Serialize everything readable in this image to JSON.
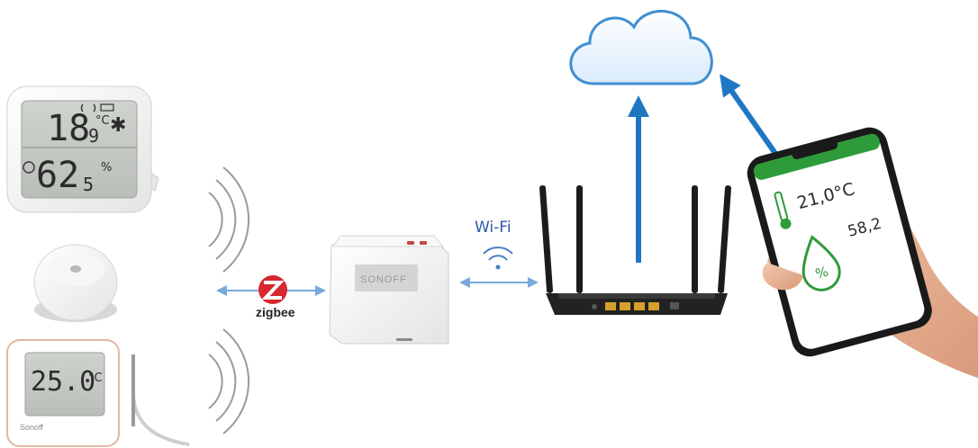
{
  "labels": {
    "wifi": "Wi-Fi",
    "zigbee": "zigbee"
  },
  "devices": {
    "thermo_main": {
      "temp_int": "18",
      "temp_dec": "9",
      "temp_unit": "°C",
      "hum_int": "62",
      "hum_dec": "5",
      "hum_unit": "%"
    },
    "thermo_probe": {
      "temp": "25.0",
      "temp_unit": "°C",
      "brand": "Sonoff"
    },
    "hub": {
      "brand": "SONOFF"
    }
  },
  "phone": {
    "temperature": "21,0°C",
    "humidity": "58,2",
    "humidity_symbol": "%"
  },
  "colors": {
    "arrow_blue": "#1f77c4",
    "link_blue": "#7aa9dc",
    "zigbee_red": "#d7282f",
    "app_green": "#2e9b3a",
    "cloud_stroke": "#3f8fd2"
  }
}
